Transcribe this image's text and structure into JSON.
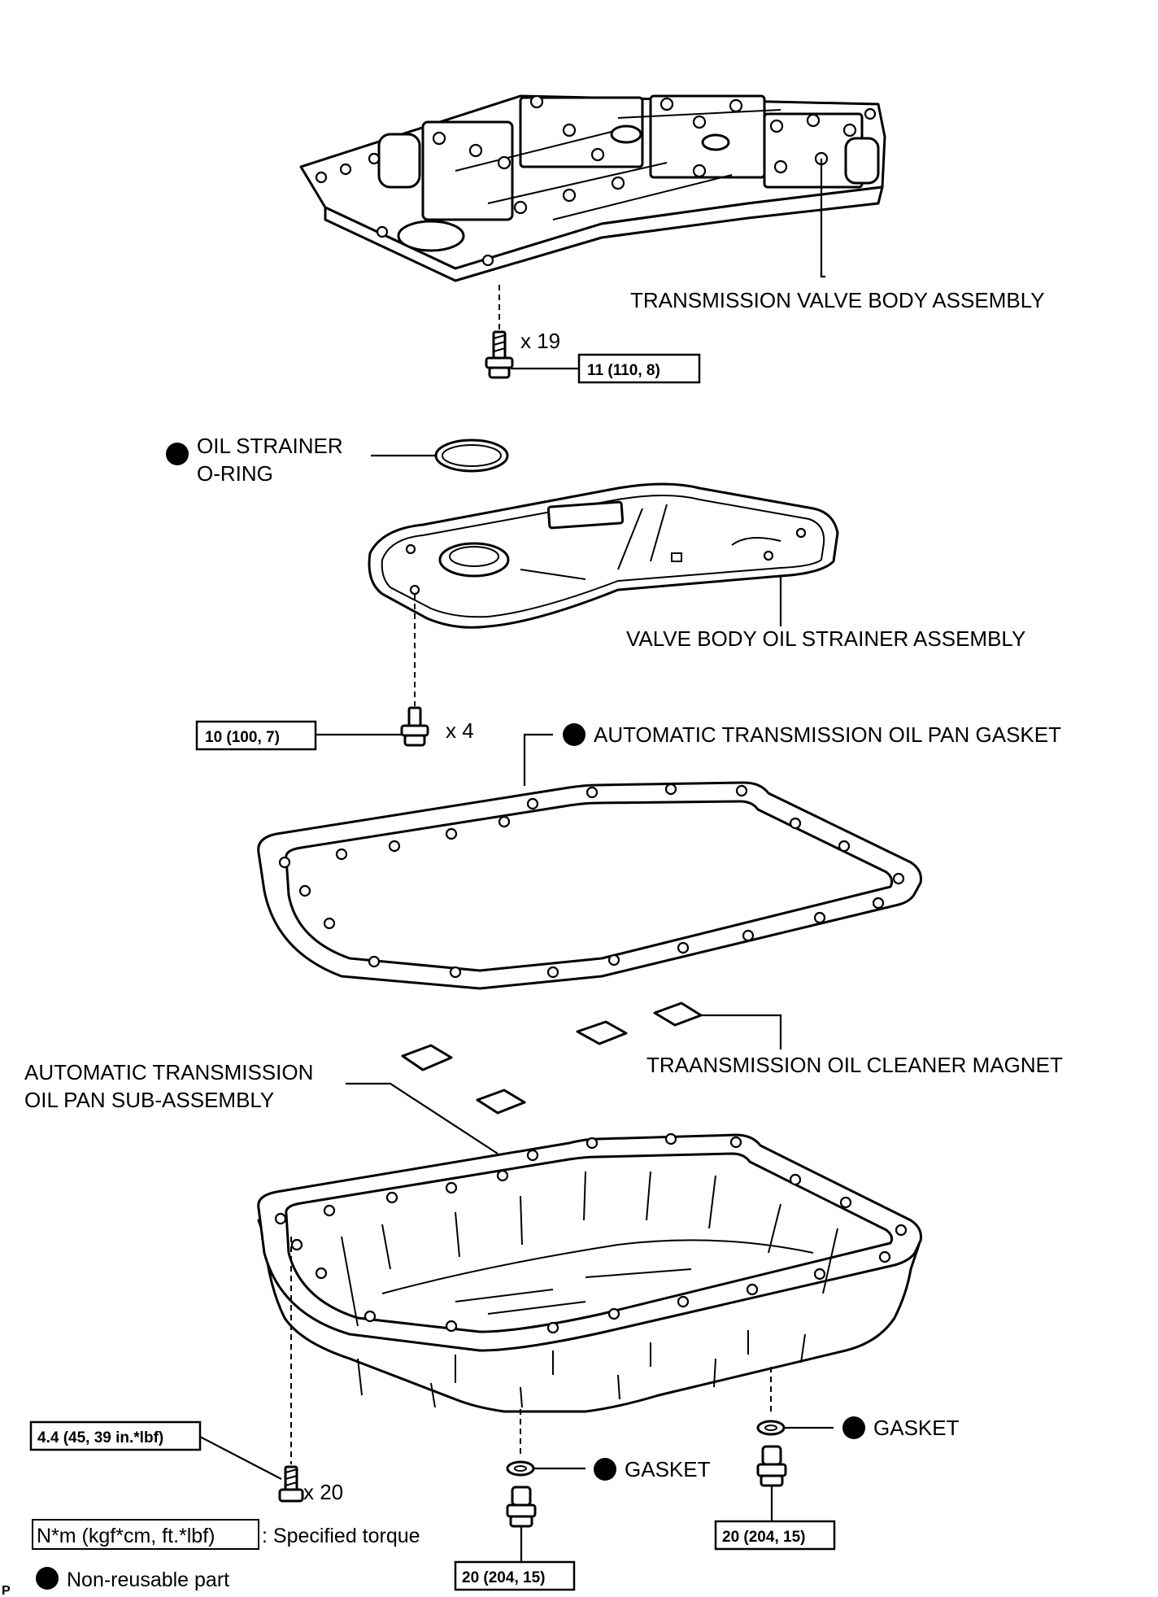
{
  "labels": {
    "valve_body": "TRANSMISSION VALVE BODY ASSEMBLY",
    "qty_valve_bolts": "x 19",
    "oil_strainer_oring_line1": "OIL STRAINER",
    "oil_strainer_oring_line2": "O-RING",
    "strainer_assembly": "VALVE BODY OIL STRAINER ASSEMBLY",
    "qty_strainer_bolts": "x 4",
    "pan_gasket": "AUTOMATIC TRANSMISSION OIL PAN GASKET",
    "magnet": "TRAANSMISSION OIL CLEANER MAGNET",
    "oil_pan_line1": "AUTOMATIC TRANSMISSION",
    "oil_pan_line2": "OIL PAN SUB-ASSEMBLY",
    "qty_pan_bolts": "x 20",
    "gasket_left": "GASKET",
    "gasket_right": "GASKET",
    "page_marker": "P"
  },
  "torques": {
    "valve_body": "11 (110, 8)",
    "strainer": "10 (100, 7)",
    "oil_pan": "4.4 (45, 39 in.*lbf)",
    "drain_left": "20 (204, 15)",
    "drain_right": "20 (204, 15)"
  },
  "legend": {
    "torque_unit": "N*m (kgf*cm, ft.*lbf)",
    "torque_desc": ": Specified torque",
    "nonreusable": "Non-reusable part"
  }
}
